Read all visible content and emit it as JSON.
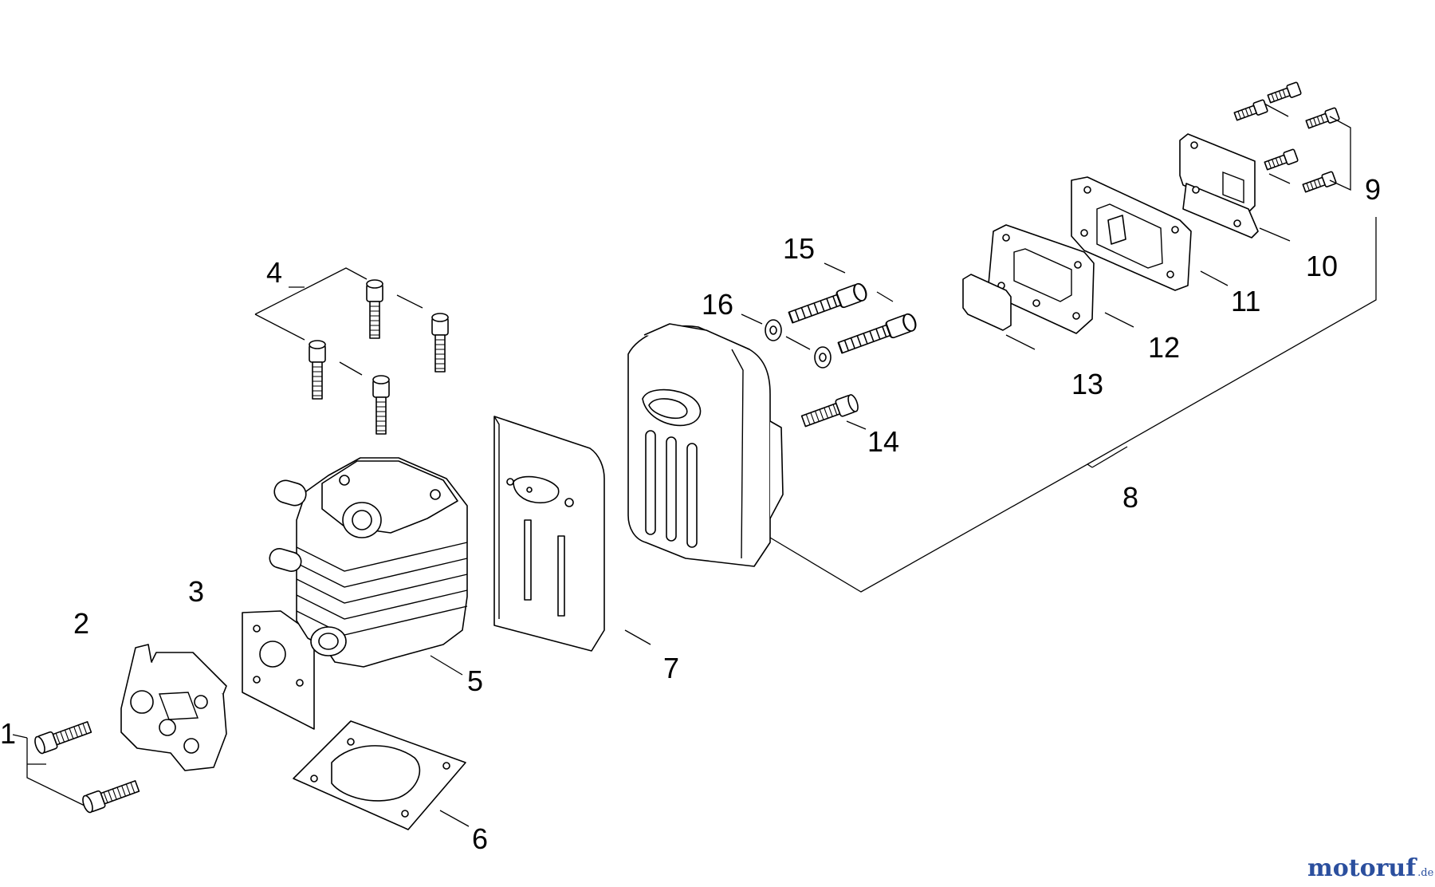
{
  "callouts": [
    "1",
    "2",
    "3",
    "4",
    "5",
    "6",
    "7",
    "8",
    "9",
    "10",
    "11",
    "12",
    "13",
    "14",
    "15",
    "16"
  ],
  "watermark": {
    "brand_a": "motoruf",
    "brand_b": "",
    "tld": ".de"
  },
  "colors": {
    "line": "#000000",
    "background": "#ffffff",
    "watermark_blue": "#2b4f9e",
    "watermark_orange": "#d98e1b"
  }
}
